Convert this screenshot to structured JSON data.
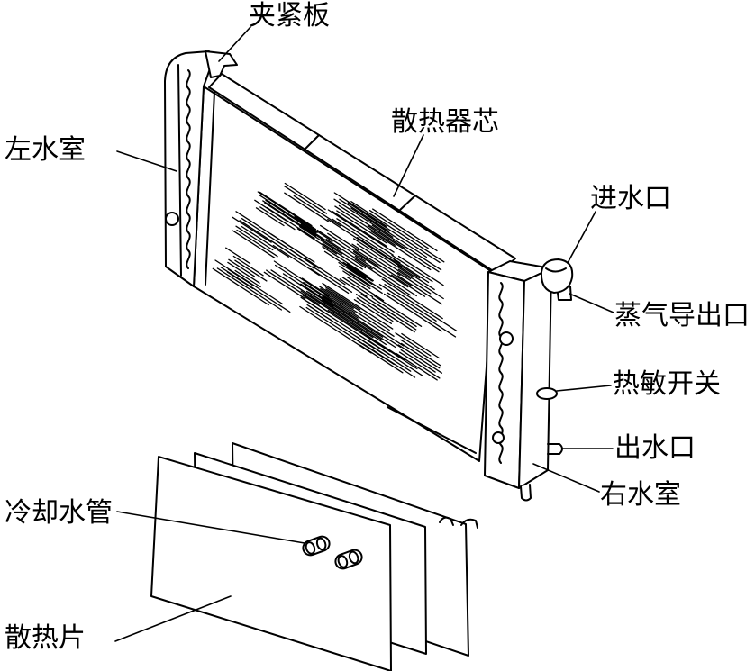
{
  "labels": {
    "clamp_plate": "夹紧板",
    "radiator_core": "散热器芯",
    "left_tank": "左水室",
    "inlet": "进水口",
    "vapor_outlet": "蒸气导出口",
    "thermal_switch": "热敏开关",
    "outlet": "出水口",
    "right_tank": "右水室",
    "cooling_tube": "冷却水管",
    "fins": "散热片"
  },
  "colors": {
    "stroke": "#000000",
    "background": "#ffffff"
  }
}
